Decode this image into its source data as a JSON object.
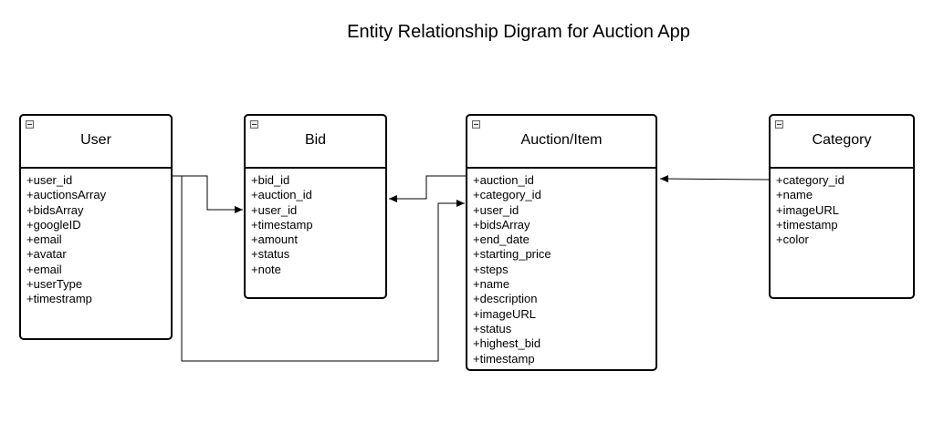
{
  "title": "Entity Relationship Digram for Auction App",
  "entities": {
    "user": {
      "name": "User",
      "fields": [
        "+user_id",
        "+auctionsArray",
        "+bidsArray",
        "+googleID",
        "+email",
        "+avatar",
        "+email",
        "+userType",
        "+timestramp"
      ]
    },
    "bid": {
      "name": "Bid",
      "fields": [
        "+bid_id",
        "+auction_id",
        "+user_id",
        "+timestamp",
        "+amount",
        "+status",
        "+note"
      ]
    },
    "auction": {
      "name": "Auction/Item",
      "fields": [
        "+auction_id",
        "+category_id",
        "+user_id",
        "+bidsArray",
        "+end_date",
        "+starting_price",
        "+steps",
        "+name",
        "+description",
        "+imageURL",
        "+status",
        "+highest_bid",
        "+timestamp"
      ]
    },
    "category": {
      "name": "Category",
      "fields": [
        "+category_id",
        "+name",
        "+imageURL",
        "+timestamp",
        "+color"
      ]
    }
  },
  "connectors": [
    {
      "from": "User",
      "to": "Bid"
    },
    {
      "from": "User",
      "to": "Auction/Item"
    },
    {
      "from": "Auction/Item",
      "to": "Bid"
    },
    {
      "from": "Category",
      "to": "Auction/Item"
    }
  ],
  "colors": {
    "line": "#000000",
    "background": "#ffffff",
    "icon": "#eeeeee"
  }
}
